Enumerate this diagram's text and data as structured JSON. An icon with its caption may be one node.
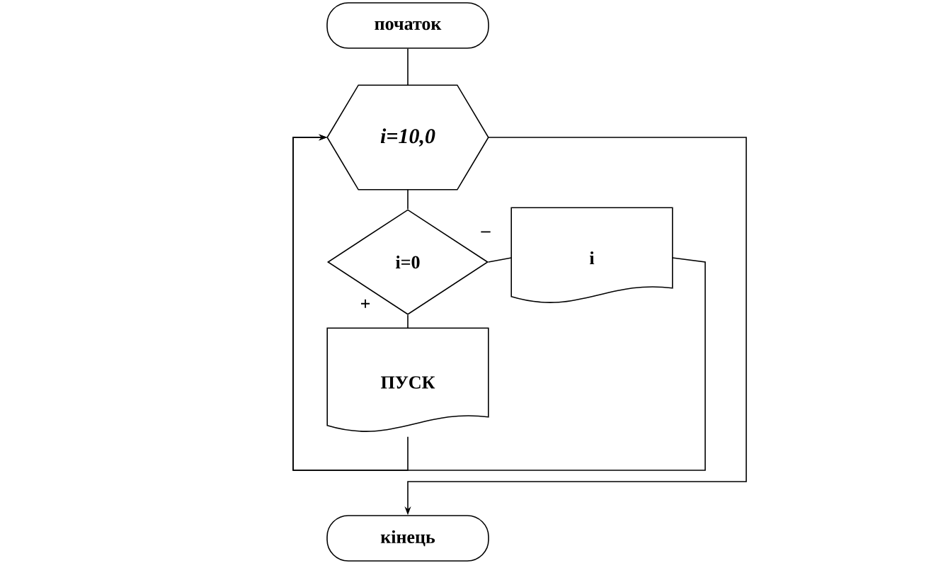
{
  "diagram": {
    "nodes": [
      {
        "text": [
          "початок"
        ]
      },
      {
        "text": [
          "*i=10,0*"
        ]
      },
      {
        "text": [
          "i=0"
        ]
      },
      {
        "text": [
          "i"
        ]
      },
      {
        "text": [
          "ПУСК"
        ]
      },
      {
        "text": [
          "кінець"
        ]
      }
    ],
    "edges": [
      {
        "from": 0,
        "to": 1,
        "arrow": "none"
      },
      {
        "from": 1,
        "to": 2,
        "arrow": "none"
      },
      {
        "from": 2,
        "to": 3,
        "arrow": "none",
        "label": "–"
      },
      {
        "from": 2,
        "to": 4,
        "arrow": "none",
        "label": "+"
      },
      {
        "from": 4,
        "to": 1,
        "arrow": "to"
      },
      {
        "from": 3,
        "to": 1,
        "arrow": "to"
      },
      {
        "from": 1,
        "to": 5,
        "arrow": "to"
      }
    ]
  }
}
